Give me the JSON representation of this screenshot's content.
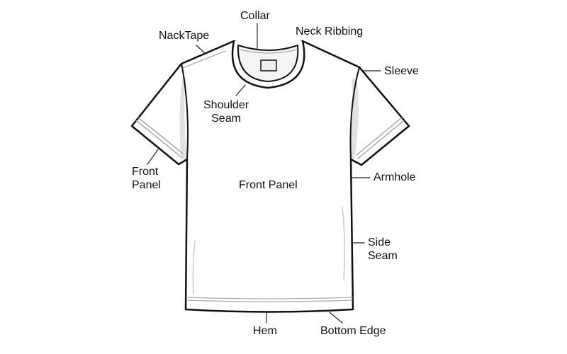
{
  "title": "T-Shirt Parts Diagram",
  "labels": {
    "collar": "Collar",
    "neck_tape": "NackTape",
    "neck_ribbing": "Neck Ribbing",
    "sleeve": "Sleeve",
    "shoulder_seam_1": "Shoulder",
    "shoulder_seam_2": "Seam",
    "front_panel_left_1": "Front",
    "front_panel_left_2": "Panel",
    "front_panel_center": "Front Panel",
    "armhole": "Armhole",
    "side_seam_1": "Side",
    "side_seam_2": "Seam",
    "hem": "Hem",
    "bottom_edge": "Bottom Edge"
  }
}
